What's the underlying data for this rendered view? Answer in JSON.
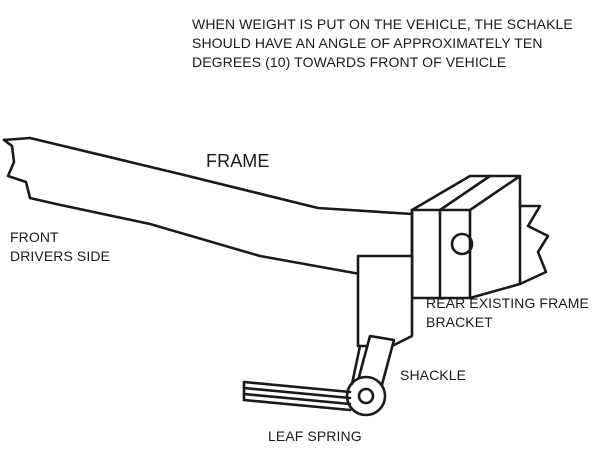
{
  "note": {
    "lines": [
      "WHEN WEIGHT IS PUT ON THE VEHICLE, THE SCHAKLE",
      "SHOULD HAVE AN ANGLE OF APPROXIMATELY TEN",
      "DEGREES (10) TOWARDS FRONT OF VEHICLE"
    ]
  },
  "labels": {
    "frame": "FRAME",
    "front": [
      "FRONT",
      "DRIVERS SIDE"
    ],
    "bracket": [
      "REAR EXISTING FRAME",
      "BRACKET"
    ],
    "shackle": "SHACKLE",
    "leaf_spring": "LEAF SPRING"
  }
}
